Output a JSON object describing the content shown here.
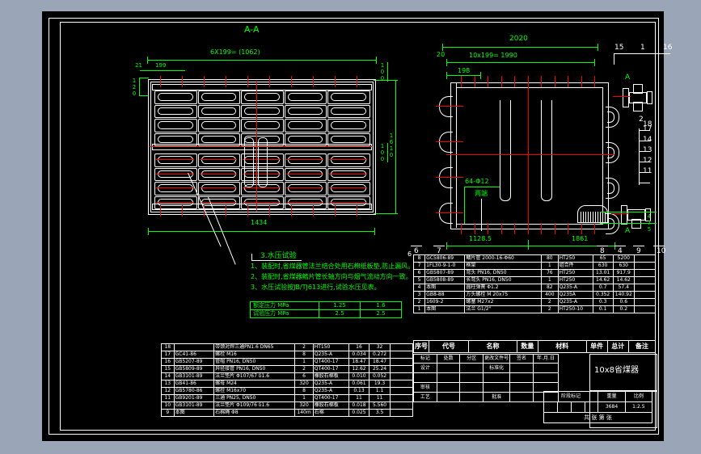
{
  "sheet": {
    "title_main": "10x8省煤器",
    "section_label": "A-A"
  },
  "left_view": {
    "dim_top": "6X199= (1062)",
    "dim_top_left_a": "21",
    "dim_top_left_b": "199",
    "dim_right_top": "100",
    "dim_right_mid": "100",
    "dim_right_total": "1610",
    "dim_left_side": "120",
    "dim_bottom": "1434"
  },
  "right_view": {
    "dim_top_total": "2020",
    "dim_top_pitch": "10x199=  1990",
    "dim_top_left": "20",
    "dim_top_first": "198",
    "dim_bottom_left": "1128.5",
    "dim_bottom_right": "1861",
    "label_holes": "64-Φ12",
    "label_note": "两端",
    "view_mark_a": "A"
  },
  "callouts": {
    "left_bottom": [
      "6",
      "7",
      "8",
      "4",
      "9",
      "10"
    ],
    "right_top": [
      "15",
      "1",
      "16",
      "2"
    ],
    "right_stack": [
      "18",
      "17",
      "14",
      "13",
      "12",
      "11"
    ]
  },
  "notes": {
    "heading": "3.水压试验",
    "heading_num": "6",
    "lines": [
      "1、装配时,省煤器管法兰结合处用石棉纸板垫,防止漏风。",
      "2、装配时,省煤器鳍片管长轴方向与烟气流动方向一致。",
      "3、水压试验按JB/TJ613进行,试验水压见表。"
    ]
  },
  "pressure_table": {
    "rows": [
      {
        "label": "额定压力  MPa",
        "v1": "1.25",
        "v2": "1.6"
      },
      {
        "label": "试验压力  MPa",
        "v1": "2.5",
        "v2": "2.5"
      }
    ]
  },
  "parts_header": {
    "no": "序号",
    "code": "代号",
    "name": "名称",
    "qty": "数量",
    "material": "材料",
    "w_single": "单件",
    "w_total": "总计",
    "weight": "重量",
    "remark": "备注"
  },
  "parts_left": [
    {
      "no": "18",
      "code": "",
      "name": "带颈对焊三通PN1.6 DN65",
      "qty": "2",
      "mat": "HT150",
      "w1": "16",
      "w2": "32",
      "rm": ""
    },
    {
      "no": "17",
      "code": "GC41-86",
      "name": "螺栓 M16",
      "qty": "8",
      "mat": "Q235-A",
      "w1": "0.034",
      "w2": "0.272",
      "rm": ""
    },
    {
      "no": "16",
      "code": "GB5207-89",
      "name": "管帽  PN16, DN50",
      "qty": "1",
      "mat": "QT400-17",
      "w1": "18.47",
      "w2": "18.47",
      "rm": ""
    },
    {
      "no": "15",
      "code": "GB5809-89",
      "name": "异径接管 PN16, DN50",
      "qty": "2",
      "mat": "QT400-17",
      "w1": "12.62",
      "w2": "25.24",
      "rm": ""
    },
    {
      "no": "14",
      "code": "GB3101-89",
      "name": "法兰垫片 Φ107/67 δ1.6",
      "qty": "6",
      "mat": "橡胶石棉板",
      "w1": "0.010",
      "w2": "0.052",
      "rm": ""
    },
    {
      "no": "13",
      "code": "GB41-86",
      "name": "螺母 M24",
      "qty": "320",
      "mat": "Q235-A",
      "w1": "0.061",
      "w2": "19.3",
      "rm": ""
    },
    {
      "no": "12",
      "code": "GB5780-86",
      "name": "螺栓 M16x70",
      "qty": "8",
      "mat": "Q235-A",
      "w1": "0.13",
      "w2": "1.1",
      "rm": ""
    },
    {
      "no": "11",
      "code": "GB9201-89",
      "name": "三通 PN25, DN50",
      "qty": "1",
      "mat": "QT400-17",
      "w1": "11",
      "w2": "11",
      "rm": ""
    },
    {
      "no": "10",
      "code": "GB3101-89",
      "name": "法兰垫片 Φ109/76 δ1.6",
      "qty": "320",
      "mat": "橡胶石棉板",
      "w1": "0.018",
      "w2": "5.560",
      "rm": ""
    },
    {
      "no": "9",
      "code": "本图",
      "name": "石棉绳 Φ8",
      "qty": "140m",
      "mat": "石棉",
      "w1": "0.025",
      "w2": "3.5",
      "rm": ""
    }
  ],
  "parts_right": [
    {
      "no": "8",
      "code": "GC5806-89",
      "name": "鳍片管  2000-16-Φ60",
      "qty": "80",
      "mat": "HT250",
      "w1": "65",
      "w2": "5200",
      "rm": ""
    },
    {
      "no": "7",
      "code": "1FL30-9-1-0",
      "name": "框架",
      "qty": "1",
      "mat": "组合件",
      "w1": "630",
      "w2": "630",
      "rm": ""
    },
    {
      "no": "6",
      "code": "GB5807-89",
      "name": "弯头  PN16, DN50",
      "qty": "76",
      "mat": "HT250",
      "w1": "13.01",
      "w2": "917.9",
      "rm": ""
    },
    {
      "no": "5",
      "code": "GB5808-89",
      "name": "长弯头  PN16, DN50",
      "qty": "1",
      "mat": "HT250",
      "w1": "14.62",
      "w2": "14.62",
      "rm": ""
    },
    {
      "no": "4",
      "code": "本图",
      "name": "圆柱弹簧 Φ1.2",
      "qty": "82",
      "mat": "Q235-A",
      "w1": "0.7",
      "w2": "57.4",
      "rm": ""
    },
    {
      "no": "3",
      "code": "GB8-88",
      "name": "方头螺栓 M 20x75",
      "qty": "400",
      "mat": "Q235A",
      "w1": "0.352",
      "w2": "140.92",
      "rm": ""
    },
    {
      "no": "2",
      "code": "1609-2",
      "name": "螺塞 M27x2",
      "qty": "2",
      "mat": "Q235-A",
      "w1": "0.3",
      "w2": "0.6",
      "rm": ""
    },
    {
      "no": "1",
      "code": "本图",
      "name": "法兰 G1/2\"",
      "qty": "2",
      "mat": "HT250-10",
      "w1": "0.1",
      "w2": "0.2",
      "rm": ""
    }
  ],
  "title_block": {
    "rev_row": [
      "标记",
      "处数",
      "分区",
      "更改文件号",
      "签名",
      "年.月.日"
    ],
    "roles": [
      "设计",
      "",
      "审核",
      "工艺"
    ],
    "role_col3": [
      "标准化",
      "",
      "",
      "批准"
    ],
    "stage_header": [
      "阶段标记",
      "重量",
      "比例"
    ],
    "stage_values": [
      "3684",
      "1:2.5"
    ],
    "sheet_row": [
      "共",
      "张",
      "第",
      "张"
    ]
  }
}
